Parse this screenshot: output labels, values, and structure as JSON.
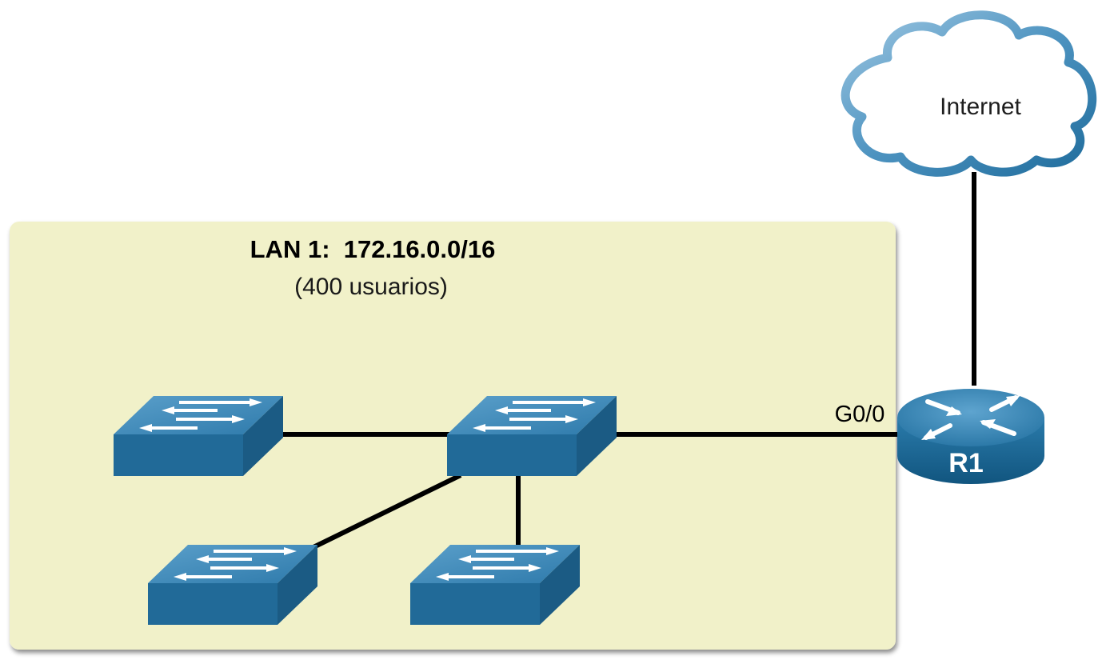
{
  "lan": {
    "title": "LAN 1:  172.16.0.0/16",
    "subtitle": "(400 usuarios)"
  },
  "internet": {
    "label": "Internet"
  },
  "router": {
    "name": "R1",
    "interface": "G0/0"
  },
  "colors": {
    "lan_background": "#f1f1c9",
    "device_blue": "#216a98",
    "device_top": "#3d8ab8",
    "cloud_border": "#2d7aa5",
    "link": "#000000"
  }
}
